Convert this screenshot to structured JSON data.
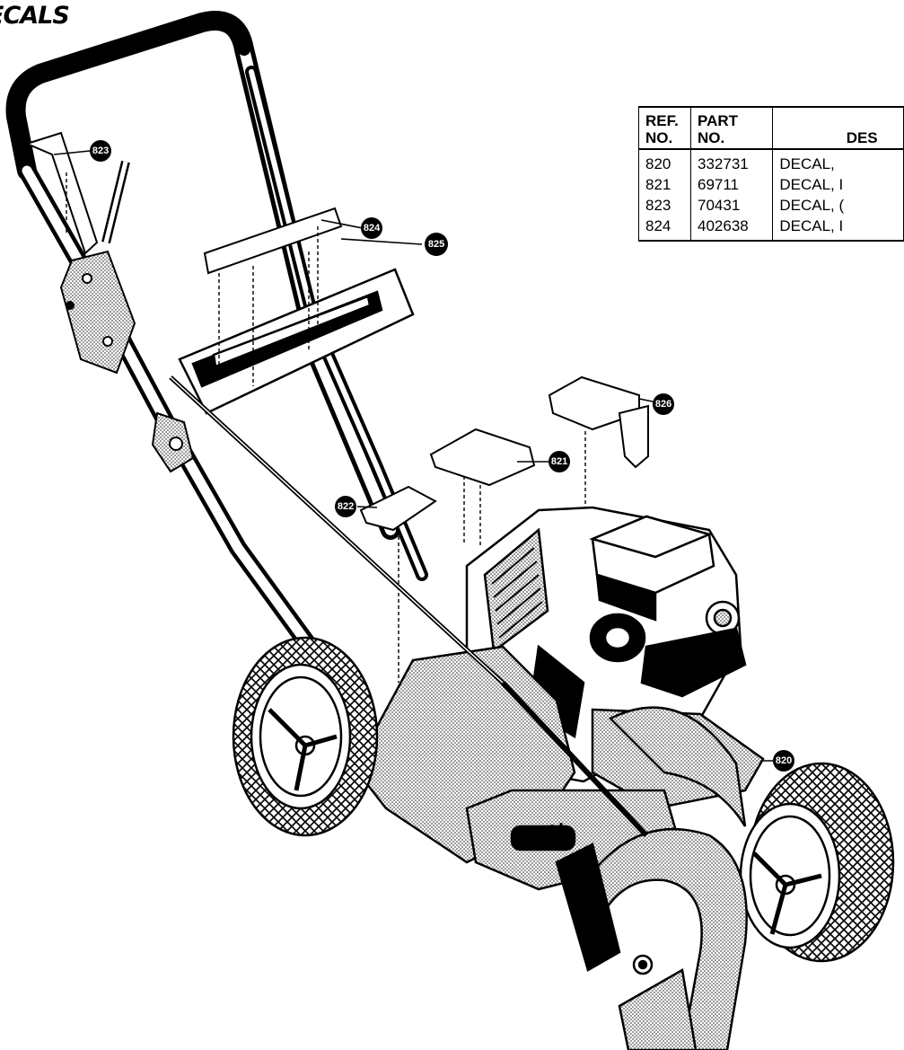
{
  "page": {
    "title": "ECALS"
  },
  "parts_table": {
    "headers": {
      "ref_line1": "REF.",
      "ref_line2": "NO.",
      "part_line1": "PART",
      "part_line2": "NO.",
      "desc": "DES"
    },
    "rows": [
      {
        "ref": "820",
        "part": "332731",
        "desc": "DECAL,"
      },
      {
        "ref": "821",
        "part": "69711",
        "desc": "DECAL, I"
      },
      {
        "ref": "823",
        "part": "70431",
        "desc": "DECAL, ("
      },
      {
        "ref": "824",
        "part": "402638",
        "desc": "DECAL, I"
      }
    ]
  },
  "callouts": [
    "823",
    "824",
    "825",
    "826",
    "821",
    "822",
    "820"
  ]
}
